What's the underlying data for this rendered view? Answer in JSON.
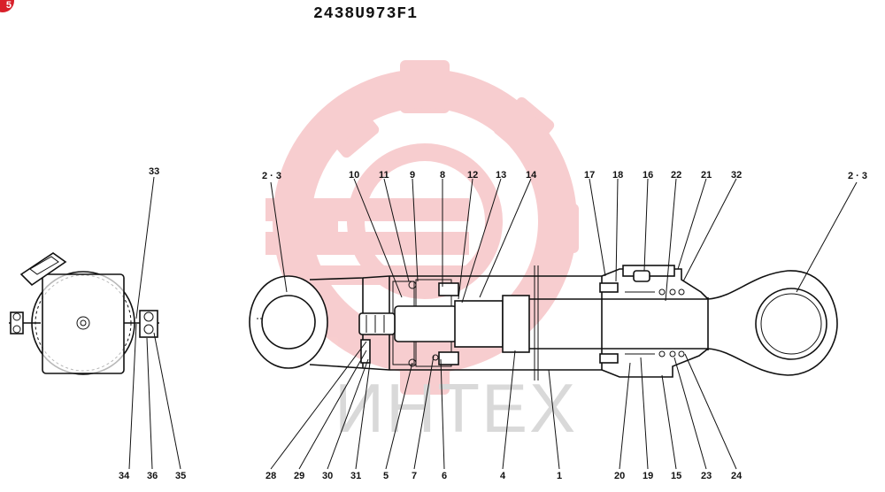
{
  "part_number": "2438U973F1",
  "corner_badge": "5",
  "watermark_text": "ИНТЕХ",
  "colors": {
    "watermark": "#f2a5a8",
    "ink": "#111111",
    "badge": "#d8202a"
  },
  "callouts": {
    "c33": "33",
    "c34": "34",
    "c36": "36",
    "c35": "35",
    "c23a": "2 · 3",
    "c10": "10",
    "c11": "11",
    "c9": "9",
    "c8": "8",
    "c12": "12",
    "c13": "13",
    "c14": "14",
    "c17": "17",
    "c18": "18",
    "c16": "16",
    "c22": "22",
    "c21": "21",
    "c32": "32",
    "c23b": "2 · 3",
    "c28": "28",
    "c29": "29",
    "c30": "30",
    "c31": "31",
    "c5": "5",
    "c7": "7",
    "c6": "6",
    "c4": "4",
    "c1": "1",
    "c20": "20",
    "c19": "19",
    "c15": "15",
    "c23": "23",
    "c24": "24"
  }
}
